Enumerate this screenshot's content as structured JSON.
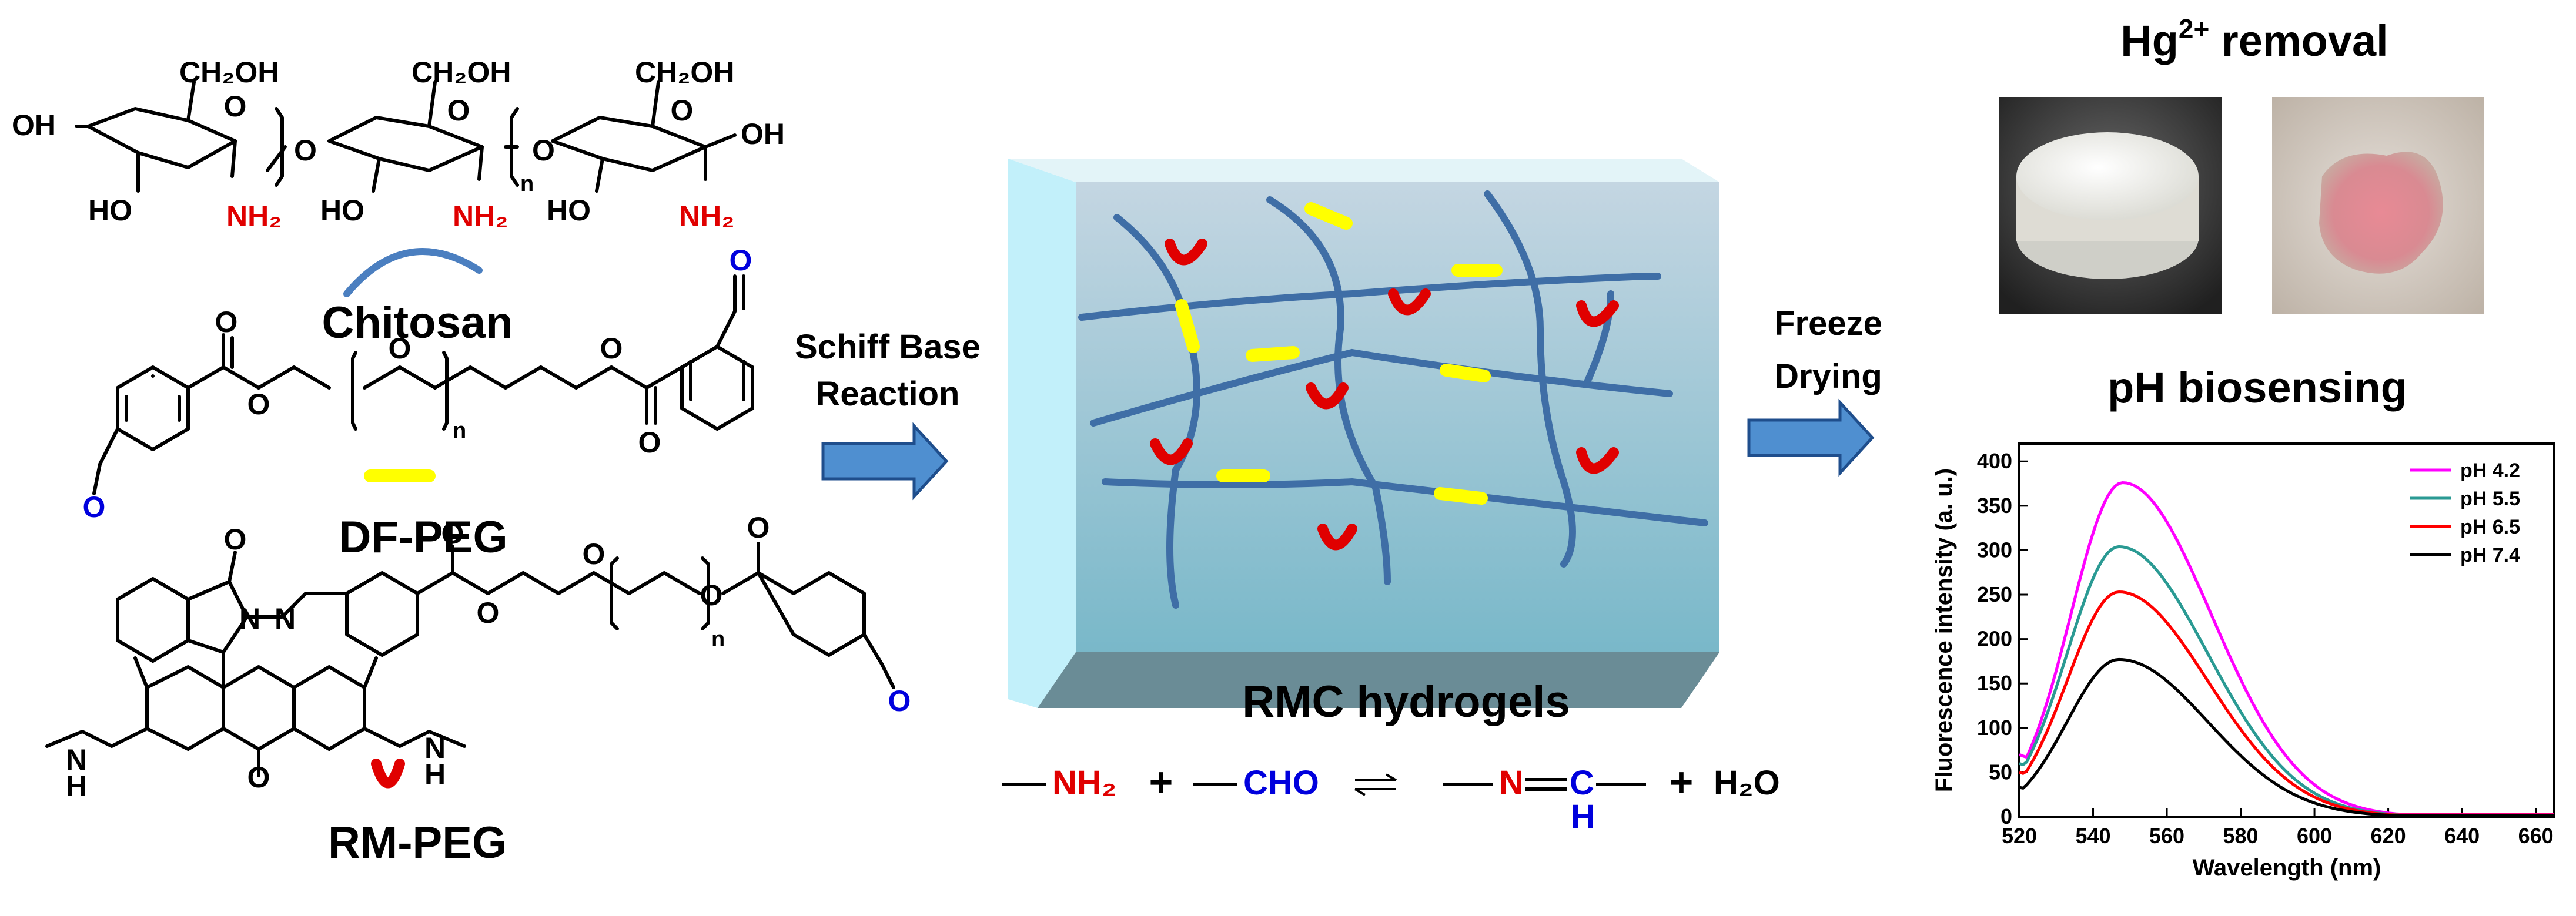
{
  "chemistry": {
    "ch2oh": "CH₂OH",
    "oh": "OH",
    "ho": "HO",
    "o": "O",
    "nh2": "NH₂",
    "n_sub": "n",
    "n_atom": "N",
    "h_atom": "H",
    "o_ald": "O",
    "ch2oh_2": "CH₂OH",
    "ch2oh_3": "CH₂OH"
  },
  "labels": {
    "chitosan": "Chitosan",
    "dfpeg": "DF-PEG",
    "rmpeg": "RM-PEG",
    "rmc": "RMC hydrogels"
  },
  "arrows": {
    "schiff_line1": "Schiff Base",
    "schiff_line2": "Reaction",
    "freeze_line1": "Freeze",
    "freeze_line2": "Drying"
  },
  "equation": {
    "nh2": "NH₂",
    "plus1": "+",
    "cho": "CHO",
    "n": "N",
    "c": "C",
    "h": "H",
    "plus2": "+",
    "h2o": "H₂O"
  },
  "right": {
    "hg_title_main": "Hg",
    "hg_title_sup": "2+",
    "hg_title_rest": " removal",
    "ph_title": "pH biosensing"
  },
  "colors": {
    "network": "#3f6ea6",
    "linker": "#ffff00",
    "rhodamine": "#e00000",
    "arrow_fill": "#4f8fd0",
    "arrow_stroke": "#1f4e8c"
  },
  "chart_data": {
    "type": "line",
    "xlabel": "Wavelength (nm)",
    "ylabel": "Fluorescence intensity (a. u.)",
    "xlim": [
      520,
      665
    ],
    "ylim": [
      0,
      420
    ],
    "xticks": [
      520,
      540,
      560,
      580,
      600,
      620,
      640,
      660
    ],
    "yticks": [
      0,
      50,
      100,
      150,
      200,
      250,
      300,
      350,
      400
    ],
    "legend_position": "top-right",
    "grid": false,
    "series": [
      {
        "name": "pH 4.2",
        "color": "#ff00ff",
        "peak_x": 548,
        "peak_y": 376,
        "start_y": 70,
        "end_y": 3
      },
      {
        "name": "pH 5.5",
        "color": "#2a9a93",
        "peak_x": 547,
        "peak_y": 304,
        "start_y": 60,
        "end_y": 2
      },
      {
        "name": "pH 6.5",
        "color": "#ff0000",
        "peak_x": 547,
        "peak_y": 253,
        "start_y": 50,
        "end_y": 2
      },
      {
        "name": "pH 7.4",
        "color": "#000000",
        "peak_x": 547,
        "peak_y": 177,
        "start_y": 33,
        "end_y": 1
      }
    ]
  }
}
